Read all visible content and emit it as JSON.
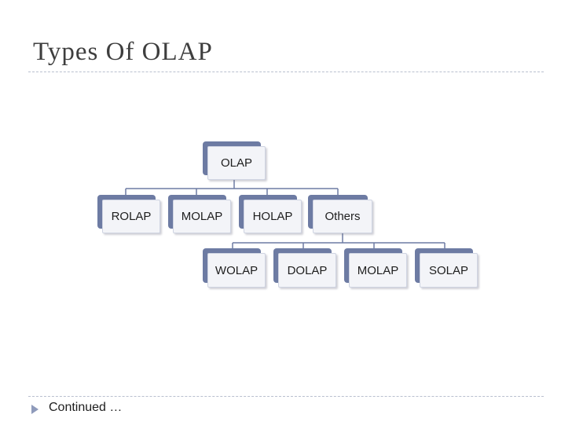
{
  "slide": {
    "title": "Types Of OLAP",
    "footer_bullet": "Continued …"
  },
  "diagram": {
    "root": {
      "label": "OLAP"
    },
    "level1": [
      {
        "label": "ROLAP"
      },
      {
        "label": "MOLAP"
      },
      {
        "label": "HOLAP"
      },
      {
        "label": "Others"
      }
    ],
    "level2": [
      {
        "label": "WOLAP"
      },
      {
        "label": "DOLAP"
      },
      {
        "label": "MOLAP"
      },
      {
        "label": "SOLAP"
      }
    ]
  },
  "colors": {
    "node_back": "#6d7ba3",
    "node_fill": "#f3f4f8",
    "connector": "#6d7ba3",
    "title_text": "#3e3e3e",
    "bullet": "#8f9bbb"
  }
}
